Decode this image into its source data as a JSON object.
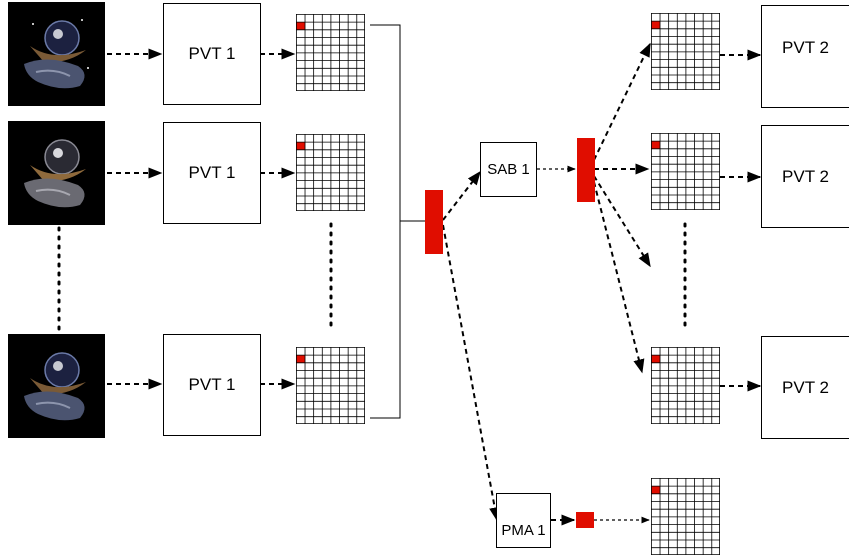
{
  "diagram": {
    "pvt1_label": "PVT 1",
    "pvt2_label": "PVT 2",
    "sab_label": "SAB 1",
    "pma_label": "PMA 1"
  },
  "colors": {
    "token": "#e00d00",
    "line": "#000000",
    "background": "#ffffff"
  }
}
